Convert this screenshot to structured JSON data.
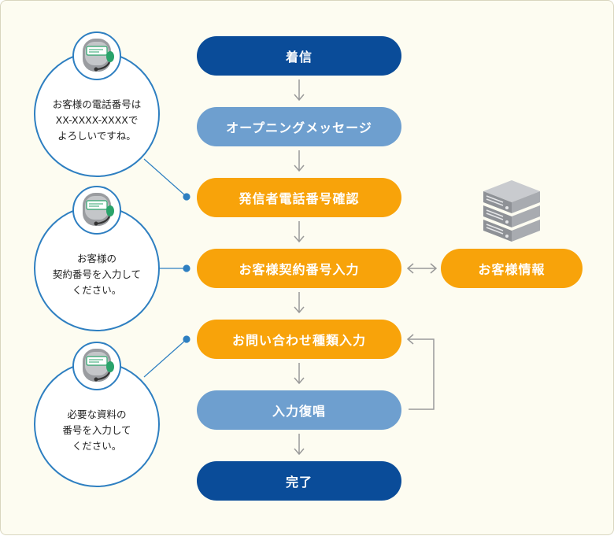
{
  "flow": {
    "step1": "着信",
    "step2": "オープニングメッセージ",
    "step3": "発信者電話番号確認",
    "step4": "お客様契約番号入力",
    "step5": "お問い合わせ種類入力",
    "step6": "入力復唱",
    "step7": "完了"
  },
  "customer_info": "お客様情報",
  "bubbles": {
    "b1": [
      "お客様の電話番号は",
      "XX-XXXX-XXXXで",
      "よろしいですね。"
    ],
    "b2": [
      "お客様の",
      "契約番号を入力して",
      "ください。"
    ],
    "b3": [
      "必要な資料の",
      "番号を入力して",
      "ください。"
    ]
  },
  "icons": {
    "operator": "operator-headset-icon",
    "server": "server-rack-icon"
  },
  "colors": {
    "navy": "#0a4c99",
    "light_blue": "#6e9fcf",
    "orange": "#f8a30a",
    "bubble_border": "#2e7fc1",
    "connector": "#a0a0a0"
  }
}
